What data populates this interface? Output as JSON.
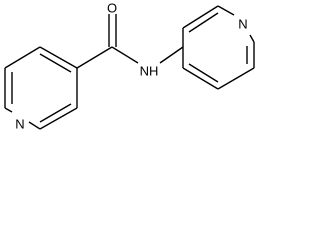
{
  "molecule": {
    "atoms": {
      "carbonyl_oxygen": "O",
      "amide_nitrogen": "NH",
      "left_ring_nitrogen": "N",
      "right_ring_nitrogen": "N"
    }
  },
  "colors": {
    "bond": "#000000",
    "label": "#000000",
    "background": "#ffffff"
  }
}
